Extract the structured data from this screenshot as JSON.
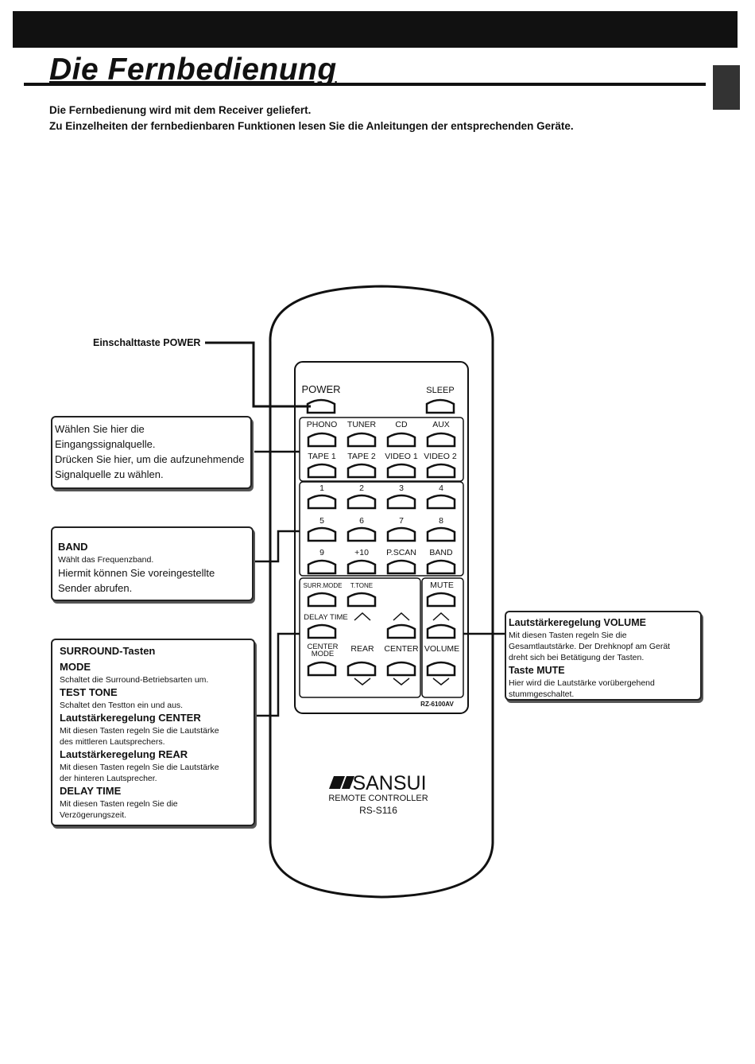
{
  "header": {
    "title": "Die Fernbedienung"
  },
  "intro": [
    "Die Fernbedienung wird mit dem Receiver geliefert.",
    "Zu Einzelheiten der fernbedienbaren Funktionen lesen Sie die Anleitungen der entsprechenden Geräte."
  ],
  "callouts": {
    "power": "Einschalttaste POWER",
    "input": [
      "Wählen Sie hier die",
      "Eingangssignalquelle.",
      "Drücken Sie hier, um die aufzunehmende",
      "Signalquelle zu wählen."
    ],
    "band": {
      "title": "BAND",
      "desc": "Wählt das Frequenzband.",
      "extra": [
        "Hiermit können Sie voreingestellte",
        "Sender abrufen."
      ]
    },
    "surround": {
      "title": "SURROUND-Tasten",
      "items": [
        {
          "title": "MODE",
          "desc": [
            "Schaltet die Surround-Betriebsarten um."
          ]
        },
        {
          "title": "TEST TONE",
          "desc": [
            "Schaltet den Testton ein und aus."
          ]
        },
        {
          "title": "Lautstärkeregelung CENTER",
          "desc": [
            "Mit diesen Tasten regeln Sie die Lautstärke",
            "des mittleren Lautsprechers."
          ]
        },
        {
          "title": "Lautstärkeregelung REAR",
          "desc": [
            "Mit diesen Tasten regeln Sie die Lautstärke",
            "der hinteren Lautsprecher."
          ]
        },
        {
          "title": "DELAY TIME",
          "desc": [
            "Mit diesen Tasten regeln Sie die",
            "Verzögerungszeit."
          ]
        }
      ]
    },
    "volume": {
      "title": "Lautstärkeregelung VOLUME",
      "desc": [
        "Mit diesen Tasten regeln Sie die",
        "Gesamtlautstärke. Der Drehknopf am Gerät",
        "dreht sich bei Betätigung der Tasten."
      ],
      "mute_title": "Taste MUTE",
      "mute_desc": [
        "Hier wird die Lautstärke vorübergehend",
        "stummgeschaltet."
      ]
    }
  },
  "remote": {
    "power": "POWER",
    "sleep": "SLEEP",
    "input_row1": [
      "PHONO",
      "TUNER",
      "CD",
      "AUX"
    ],
    "input_row2": [
      "TAPE 1",
      "TAPE 2",
      "VIDEO 1",
      "VIDEO 2"
    ],
    "num_row1": [
      "1",
      "2",
      "3",
      "4"
    ],
    "num_row2": [
      "5",
      "6",
      "7",
      "8"
    ],
    "num_row3": [
      "9",
      "+10",
      "P.SCAN",
      "BAND"
    ],
    "surr_mode": "SURR.MODE",
    "t_tone": "T.TONE",
    "mute": "MUTE",
    "delay_time": "DELAY TIME",
    "center_mode": [
      "CENTER",
      "MODE"
    ],
    "rear": "REAR",
    "center": "CENTER",
    "volume": "VOLUME",
    "model": "RZ-6100AV",
    "brand": "SANSUI",
    "subtitle": "REMOTE CONTROLLER",
    "code": "RS-S116"
  }
}
